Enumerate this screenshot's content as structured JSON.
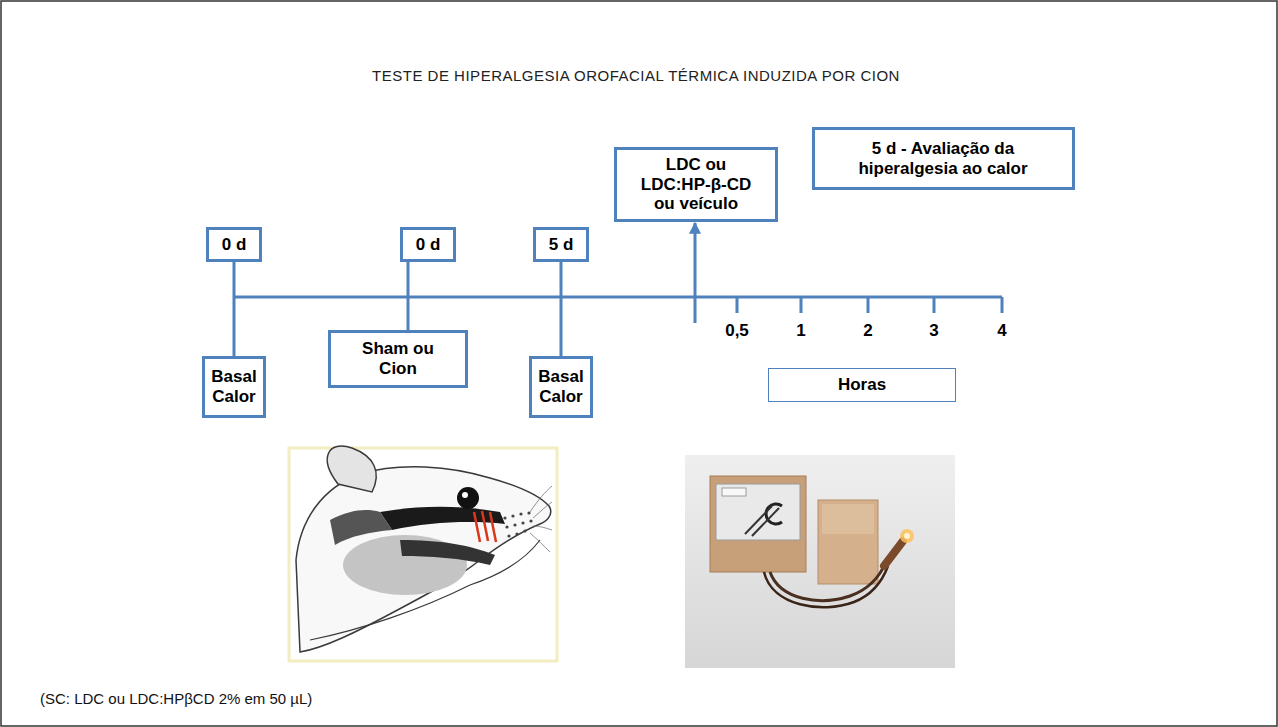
{
  "diagram": {
    "title": "TESTE DE HIPERALGESIA OROFACIAL TÉRMICA INDUZIDA POR CION",
    "caption": "(SC: LDC ou LDC:HPβCD 2% em 50 µL)",
    "nodes": [
      {
        "text": [
          "5 d - Avaliação da hiperalgesia ao calor"
        ]
      },
      {
        "text": [
          "LDC ou LDC:HP-β-CD ou veículo"
        ]
      },
      {
        "text": [
          "0 d"
        ]
      },
      {
        "text": [
          "0 d"
        ]
      },
      {
        "text": [
          "5 d"
        ]
      },
      {
        "text": [
          "Sham ou Cion"
        ]
      },
      {
        "text": [
          "Basal Calor"
        ]
      },
      {
        "text": [
          "Basal Calor"
        ]
      },
      {
        "text": [
          "Horas"
        ]
      }
    ],
    "edges": [
      {
        "from": 2,
        "to": 6,
        "arrow": "none"
      },
      {
        "from": 3,
        "to": 5,
        "arrow": "none"
      },
      {
        "from": 4,
        "to": 7,
        "arrow": "none"
      }
    ],
    "labels": [
      "0,5",
      "1",
      "2",
      "3",
      "4"
    ]
  }
}
